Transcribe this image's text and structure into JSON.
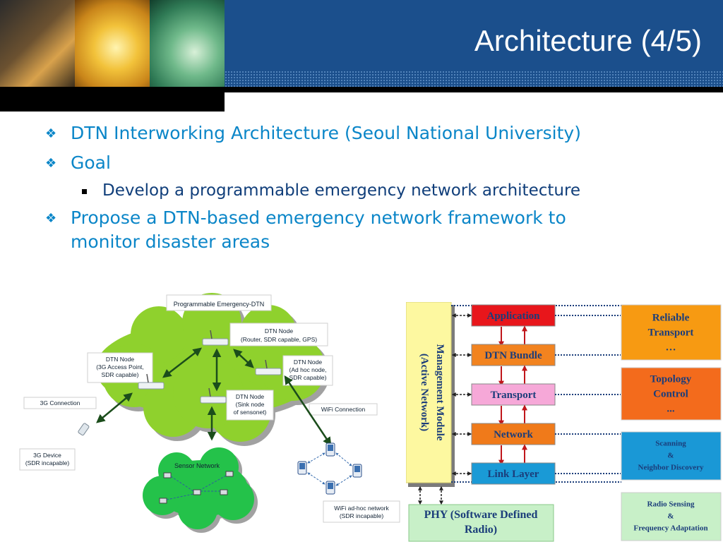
{
  "slide": {
    "title": "Architecture (4/5)"
  },
  "bullets": [
    {
      "text": "DTN Interworking Architecture (Seoul National University)",
      "level": 1
    },
    {
      "text": "Goal",
      "level": 1
    },
    {
      "text": "Develop a programmable emergency network architecture",
      "level": 2
    },
    {
      "text_line1": "Propose a DTN-based emergency network framework to",
      "text_line2": "monitor disaster areas",
      "level": 1
    }
  ],
  "network_diagram": {
    "cloud_label": "Programmable Emergency-DTN",
    "node_router": [
      "DTN Node",
      "(Router, SDR capable, GPS)"
    ],
    "node_3g_ap": [
      "DTN Node",
      "(3G Access Point,",
      "SDR capable)"
    ],
    "node_adhoc": [
      "DTN Node",
      "(Ad hoc node,",
      "SDR capable)"
    ],
    "node_sink": [
      "DTN Node",
      "(Sink node",
      "of sensonet)"
    ],
    "conn_3g": "3G Connection",
    "conn_wifi": "WiFi Connection",
    "device_3g": [
      "3G Device",
      "(SDR incapable)"
    ],
    "sensor_network": "Sensor Network",
    "wifi_adhoc": [
      "WiFi ad-hoc network",
      "(SDR incapable)"
    ]
  },
  "protocol_stack": {
    "management": [
      "Management Module",
      "(Active Network)"
    ],
    "layers": [
      "Application",
      "DTN Bundle",
      "Transport",
      "Network",
      "Link Layer"
    ],
    "phy": [
      "PHY (Software Defined",
      "Radio)"
    ],
    "side_boxes": [
      {
        "lines": [
          "Reliable",
          "Transport",
          "…"
        ],
        "color": "#f79a12"
      },
      {
        "lines": [
          "Topology",
          "Control",
          "..."
        ],
        "color": "#f36b1c"
      },
      {
        "lines": [
          "Scanning",
          "&",
          "Neighbor Discovery"
        ],
        "color": "#1a98d6"
      },
      {
        "lines": [
          "Radio Sensing",
          "&",
          "Frequency Adaptation"
        ],
        "color": "#c8f0c8"
      }
    ],
    "layer_colors": [
      "#e8161b",
      "#f2831f",
      "#f6a8d8",
      "#f07a1a",
      "#1a9ad6"
    ]
  }
}
